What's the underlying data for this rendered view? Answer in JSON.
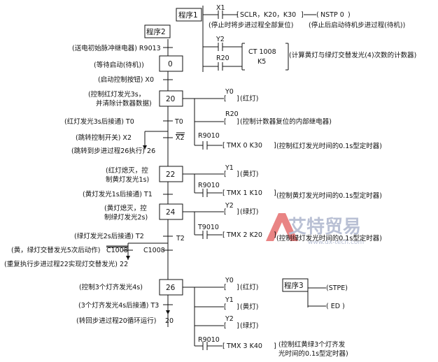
{
  "programs": {
    "p1": "程序1",
    "p2": "程序2",
    "p3": "程序3"
  },
  "steps": {
    "s0": "0",
    "s20": "20",
    "s22": "22",
    "s24": "24",
    "s26": "26"
  },
  "program1": {
    "x1": "X1",
    "sclr": "SCLR，K20，K30",
    "nstp": "NSTP 0",
    "note1": "(停止时将步进过程全部复位)",
    "note2": "(停止后启动待机步进过程(待机))",
    "y2": "Y2",
    "r20": "R20",
    "ct": "CT  1008",
    "k5": "K5",
    "ct_note": "(计算黄灯与绿灯交替发光(4)次数的计数器)"
  },
  "program2": {
    "left_r9013": "(送电初始脉冲继电器) R9013",
    "left_wait": "(等待启动(待机))",
    "left_start": "(启动控制按钮) X0",
    "left_s20_a": "(控制红灯发光3s，",
    "left_s20_b": "并清除计数器数据)",
    "left_t0": "(红灯发光3s后接通) T0",
    "left_x2": "(跳转控制开关) X2",
    "left_jump": "(跳转到步进过程26执行) 26",
    "left_s22_a": "(红灯熄灭，控",
    "left_s22_b": "制黄灯发光1s)",
    "left_t1": "(黄灯发光1s后接通) T1",
    "left_s24_a": "(黄灯熄灭，控",
    "left_s24_b": "制绿灯发光2s)",
    "left_t2": "(绿灯发光2s后接通) T2",
    "left_c1008": "(黄，绿灯交替发光5次后动作)",
    "left_c1008_label": "C1008",
    "left_repeat": "(重复执行步进过程22实现灯交替发光) 22",
    "left_s26": "(控制3个灯齐发光4s)",
    "left_t3": "(3个灯齐发光4s后接通) T3",
    "left_back": "(转回步进过程20循环运行)",
    "left_back_num": "20",
    "axis_t0": "T0",
    "axis_x2": "X2",
    "axis_t1": "T1",
    "axis_t2": "T2",
    "axis_c1008": "C1008"
  },
  "outputs": {
    "y0": "Y0",
    "y0_note": "(红灯)",
    "r20": "R20",
    "r20_note": "(控制计数器复位的内部继电器)",
    "r9010": "R9010",
    "tmx0": "TMX  0   K30",
    "tmx0_note": "(控制红灯发光时间的0.1s型定时器)",
    "y1": "Y1",
    "y1_note": "(黄灯)",
    "tmx1": "TMX  1   K10",
    "tmx1_note": "(控制黄灯发光时间的0.1s型定时器)",
    "y2": "Y2",
    "y2_note": "(绿灯)",
    "t9010": "T9010",
    "tmx2": "TMX  2   K20",
    "tmx2_note": "(控制绿灯发光时间的0.1s型定时器)",
    "s26_y0": "Y0",
    "s26_y0_note": "(红灯)",
    "s26_y1": "Y1",
    "s26_y1_note": "(黄灯)",
    "s26_y2": "Y2",
    "s26_y2_note": "(绿灯)",
    "tmx3": "TMX  3   K40",
    "tmx3_note_a": "(控制红黄绿3个灯齐发",
    "tmx3_note_b": "光时间的0.1s型定时器)"
  },
  "program3": {
    "stpe": "(STPE)",
    "ed": "( ED )"
  },
  "watermark": {
    "logo": "A 艾特贸易",
    "url": "www.dx-tech.com"
  }
}
